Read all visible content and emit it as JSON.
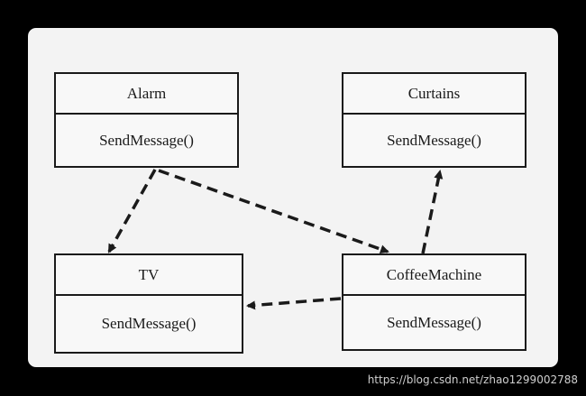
{
  "classes": {
    "alarm": {
      "name": "Alarm",
      "method": "SendMessage()"
    },
    "curtains": {
      "name": "Curtains",
      "method": "SendMessage()"
    },
    "tv": {
      "name": "TV",
      "method": "SendMessage()"
    },
    "coffee_machine": {
      "name": "CoffeeMachine",
      "method": "SendMessage()"
    }
  },
  "dependencies": [
    {
      "from": "Alarm",
      "to": "TV",
      "style": "dashed"
    },
    {
      "from": "Alarm",
      "to": "CoffeeMachine",
      "style": "dashed"
    },
    {
      "from": "CoffeeMachine",
      "to": "Curtains",
      "style": "dashed"
    },
    {
      "from": "CoffeeMachine",
      "to": "TV",
      "style": "dashed"
    }
  ],
  "watermark": "https://blog.csdn.net/zhao1299002788",
  "colors": {
    "background": "#000000",
    "canvas": "#f3f3f3",
    "ink": "#1a1a1a"
  }
}
